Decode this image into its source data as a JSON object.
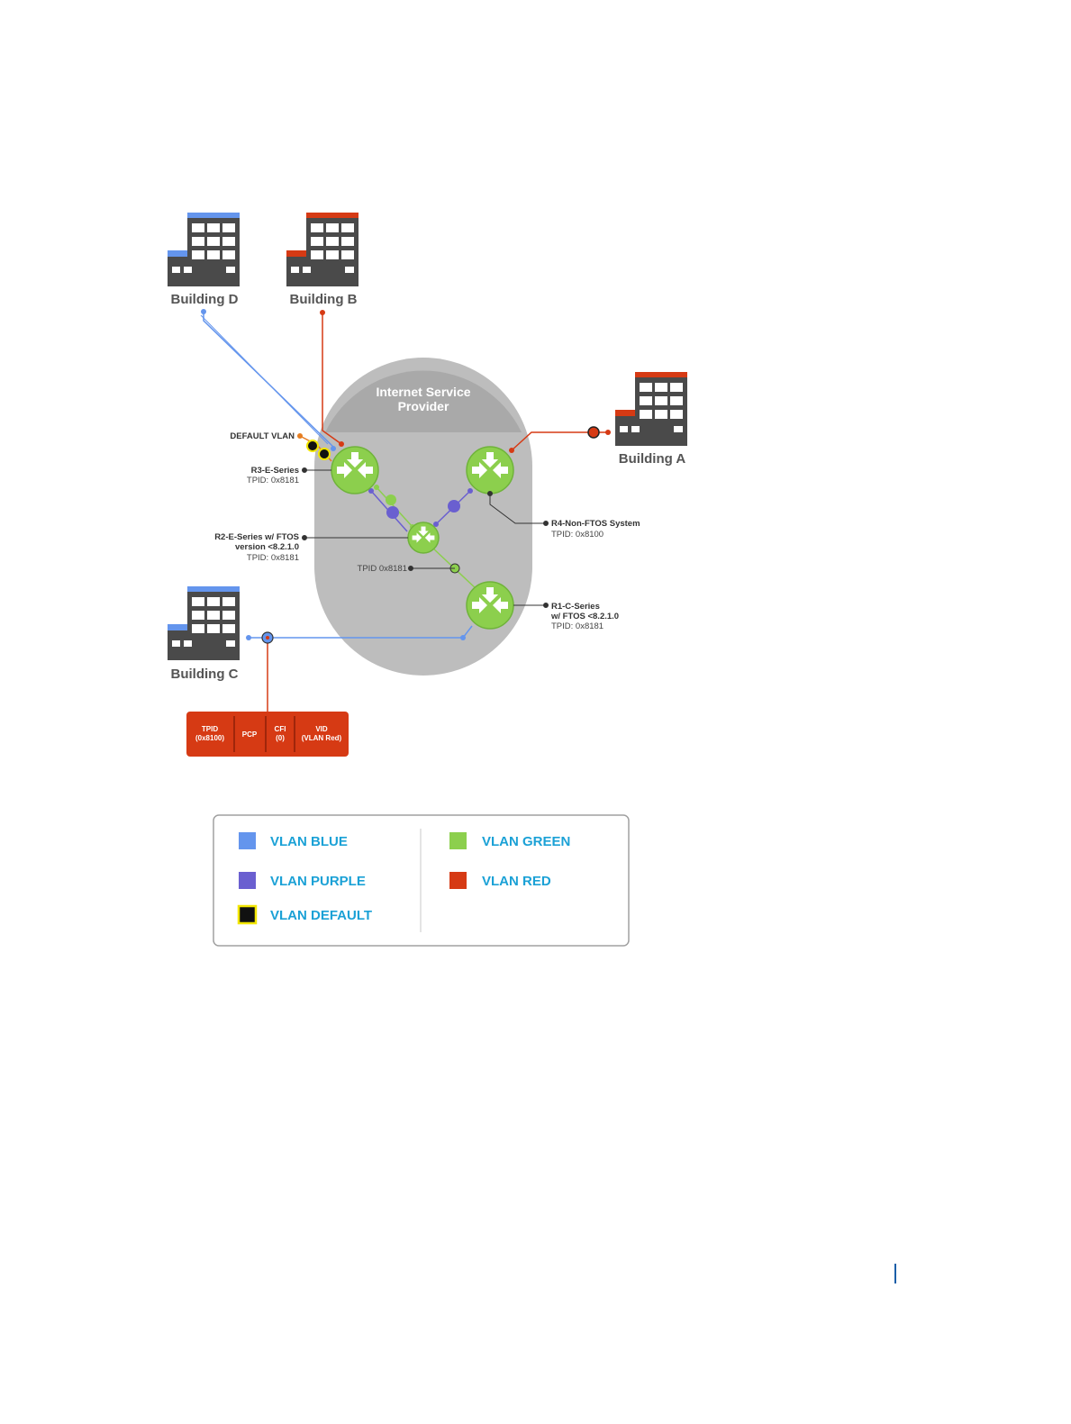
{
  "colors": {
    "blue": "#6495ed",
    "red": "#d63a14",
    "green": "#8ccf4d",
    "purple": "#6a5fd0",
    "default": "#111111",
    "default_border": "#f2e600",
    "building": "#4a4a4a",
    "isp_cloud": "#bdbdbd",
    "isp_header": "#a9a9a9",
    "legend_text": "#1ba1d6"
  },
  "buildings": {
    "d": {
      "name": "Building D",
      "roof": "blue"
    },
    "b": {
      "name": "Building B",
      "roof": "red"
    },
    "a": {
      "name": "Building A",
      "roof": "red"
    },
    "c": {
      "name": "Building C",
      "roof": "blue"
    }
  },
  "isp": {
    "title_line1": "Internet Service",
    "title_line2": "Provider"
  },
  "routers": {
    "r3": {
      "name": "R3-E-Series",
      "tpid": "TPID: 0x8181"
    },
    "r2": {
      "name_line1": "R2-E-Series w/ FTOS",
      "name_line2": "version <8.2.1.0",
      "tpid": "TPID: 0x8181"
    },
    "r4": {
      "name": "R4-Non-FTOS System",
      "tpid": "TPID: 0x8100"
    },
    "r1": {
      "name_line1": "R1-C-Series",
      "name_line2": "w/ FTOS <8.2.1.0",
      "tpid": "TPID: 0x8181"
    }
  },
  "labels": {
    "default_vlan": "DEFAULT VLAN",
    "tpid_link": "TPID 0x8181"
  },
  "frame": {
    "fields": [
      {
        "line1": "TPID",
        "line2": "(0x8100)"
      },
      {
        "line1": "PCP",
        "line2": ""
      },
      {
        "line1": "CFI",
        "line2": "(0)"
      },
      {
        "line1": "VID",
        "line2": "(VLAN Red)"
      }
    ]
  },
  "legend": {
    "items": [
      {
        "label": "VLAN BLUE",
        "color": "blue"
      },
      {
        "label": "VLAN PURPLE",
        "color": "purple"
      },
      {
        "label": "VLAN DEFAULT",
        "color": "default"
      },
      {
        "label": "VLAN GREEN",
        "color": "green"
      },
      {
        "label": "VLAN RED",
        "color": "red"
      }
    ]
  }
}
